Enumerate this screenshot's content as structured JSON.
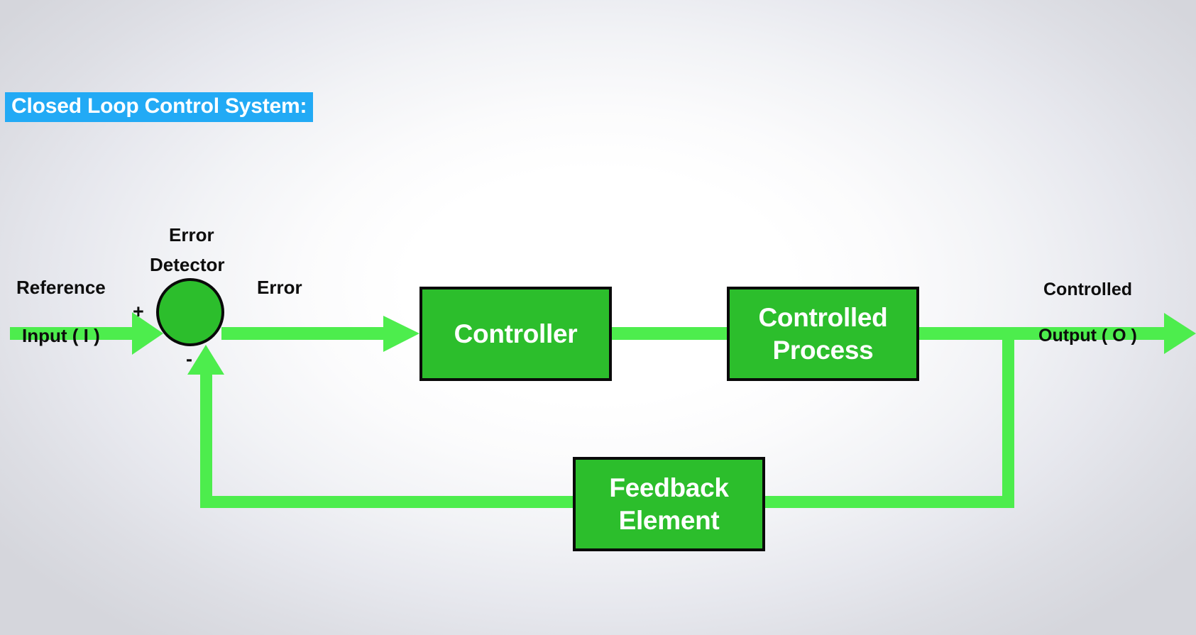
{
  "title": {
    "text": "Closed Loop Control System:",
    "highlight_color": "#22AAF5",
    "text_color": "#FFFFFF"
  },
  "palette": {
    "signal_green": "#4DED4D",
    "block_green": "#2CBE2C",
    "block_border": "#0A0A0A",
    "block_text": "#FFFFFF",
    "label_text": "#0D0D0D",
    "background_center": "#FFFFFF",
    "background_edge": "#D5D6DC"
  },
  "labels": {
    "reference_line1": "Reference",
    "reference_line2": "Input ( I )",
    "error_detector_line1": "Error",
    "error_detector_line2": "Detector",
    "error_signal": "Error",
    "output_line1": "Controlled",
    "output_line2": "Output ( O )",
    "plus_sign": "+",
    "minus_sign": "-"
  },
  "blocks": {
    "summing_junction": {
      "name": "Error Detector",
      "shape": "circle",
      "fill": "#2CBE2C"
    },
    "controller": {
      "label": "Controller"
    },
    "controlled_process": {
      "label_line1": "Controlled",
      "label_line2": "Process"
    },
    "feedback_element": {
      "label_line1": "Feedback",
      "label_line2": "Element"
    }
  },
  "signals": [
    {
      "name": "reference-input",
      "from": "left-edge",
      "to": "summing-junction",
      "sign": "+"
    },
    {
      "name": "error-signal",
      "from": "summing-junction",
      "to": "controller"
    },
    {
      "name": "controller-output",
      "from": "controller",
      "to": "controlled-process"
    },
    {
      "name": "controlled-output",
      "from": "controlled-process",
      "to": "right-edge"
    },
    {
      "name": "feedback-tap",
      "from": "controlled-output",
      "to": "feedback-element"
    },
    {
      "name": "feedback-return",
      "from": "feedback-element",
      "to": "summing-junction",
      "sign": "-"
    }
  ]
}
